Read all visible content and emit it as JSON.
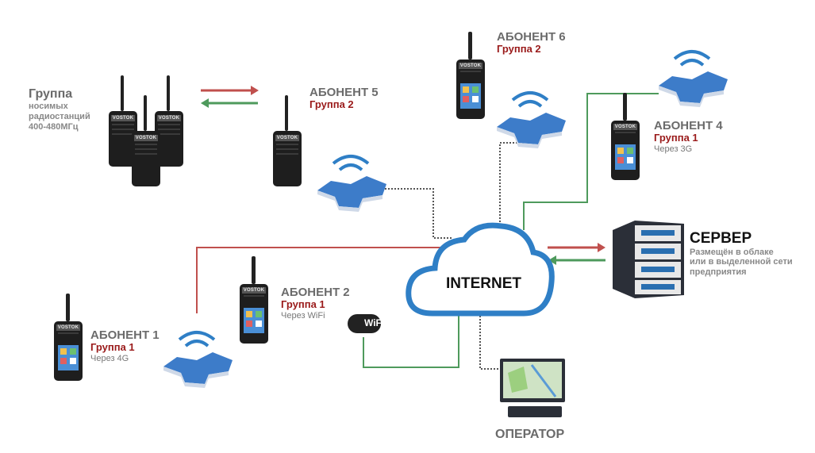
{
  "colors": {
    "red_link": "#c0504d",
    "green_link": "#4e9a5c",
    "dotted_link": "#555555",
    "cloud": "#2f7fc6",
    "cell": "#3d7cc9",
    "group_red": "#9a1a1a",
    "text_gray": "#6b6b6b"
  },
  "group": {
    "title": "Группа",
    "line1": "носимых",
    "line2": "радиостанций",
    "line3": "400-480МГц"
  },
  "ab5": {
    "title": "АБОНЕНТ 5",
    "group": "Группа 2"
  },
  "ab6": {
    "title": "АБОНЕНТ 6",
    "group": "Группа 2"
  },
  "ab4": {
    "title": "АБОНЕНТ 4",
    "group": "Группа 1",
    "via": "Через 3G"
  },
  "ab2": {
    "title": "АБОНЕНТ 2",
    "group": "Группа 1",
    "via": "Через WiFi"
  },
  "ab1": {
    "title": "АБОНЕНТ 1",
    "group": "Группа 1",
    "via": "Через 4G"
  },
  "server": {
    "title": "СЕРВЕР",
    "line1": "Размещён в облаке",
    "line2": "или в выделенной сети",
    "line3": "предприятия"
  },
  "cloud": {
    "label": "INTERNET"
  },
  "wifi": {
    "label": "WiFi"
  },
  "operator": {
    "label": "ОПЕРАТОР"
  },
  "radio_brand": "VOSTOK"
}
